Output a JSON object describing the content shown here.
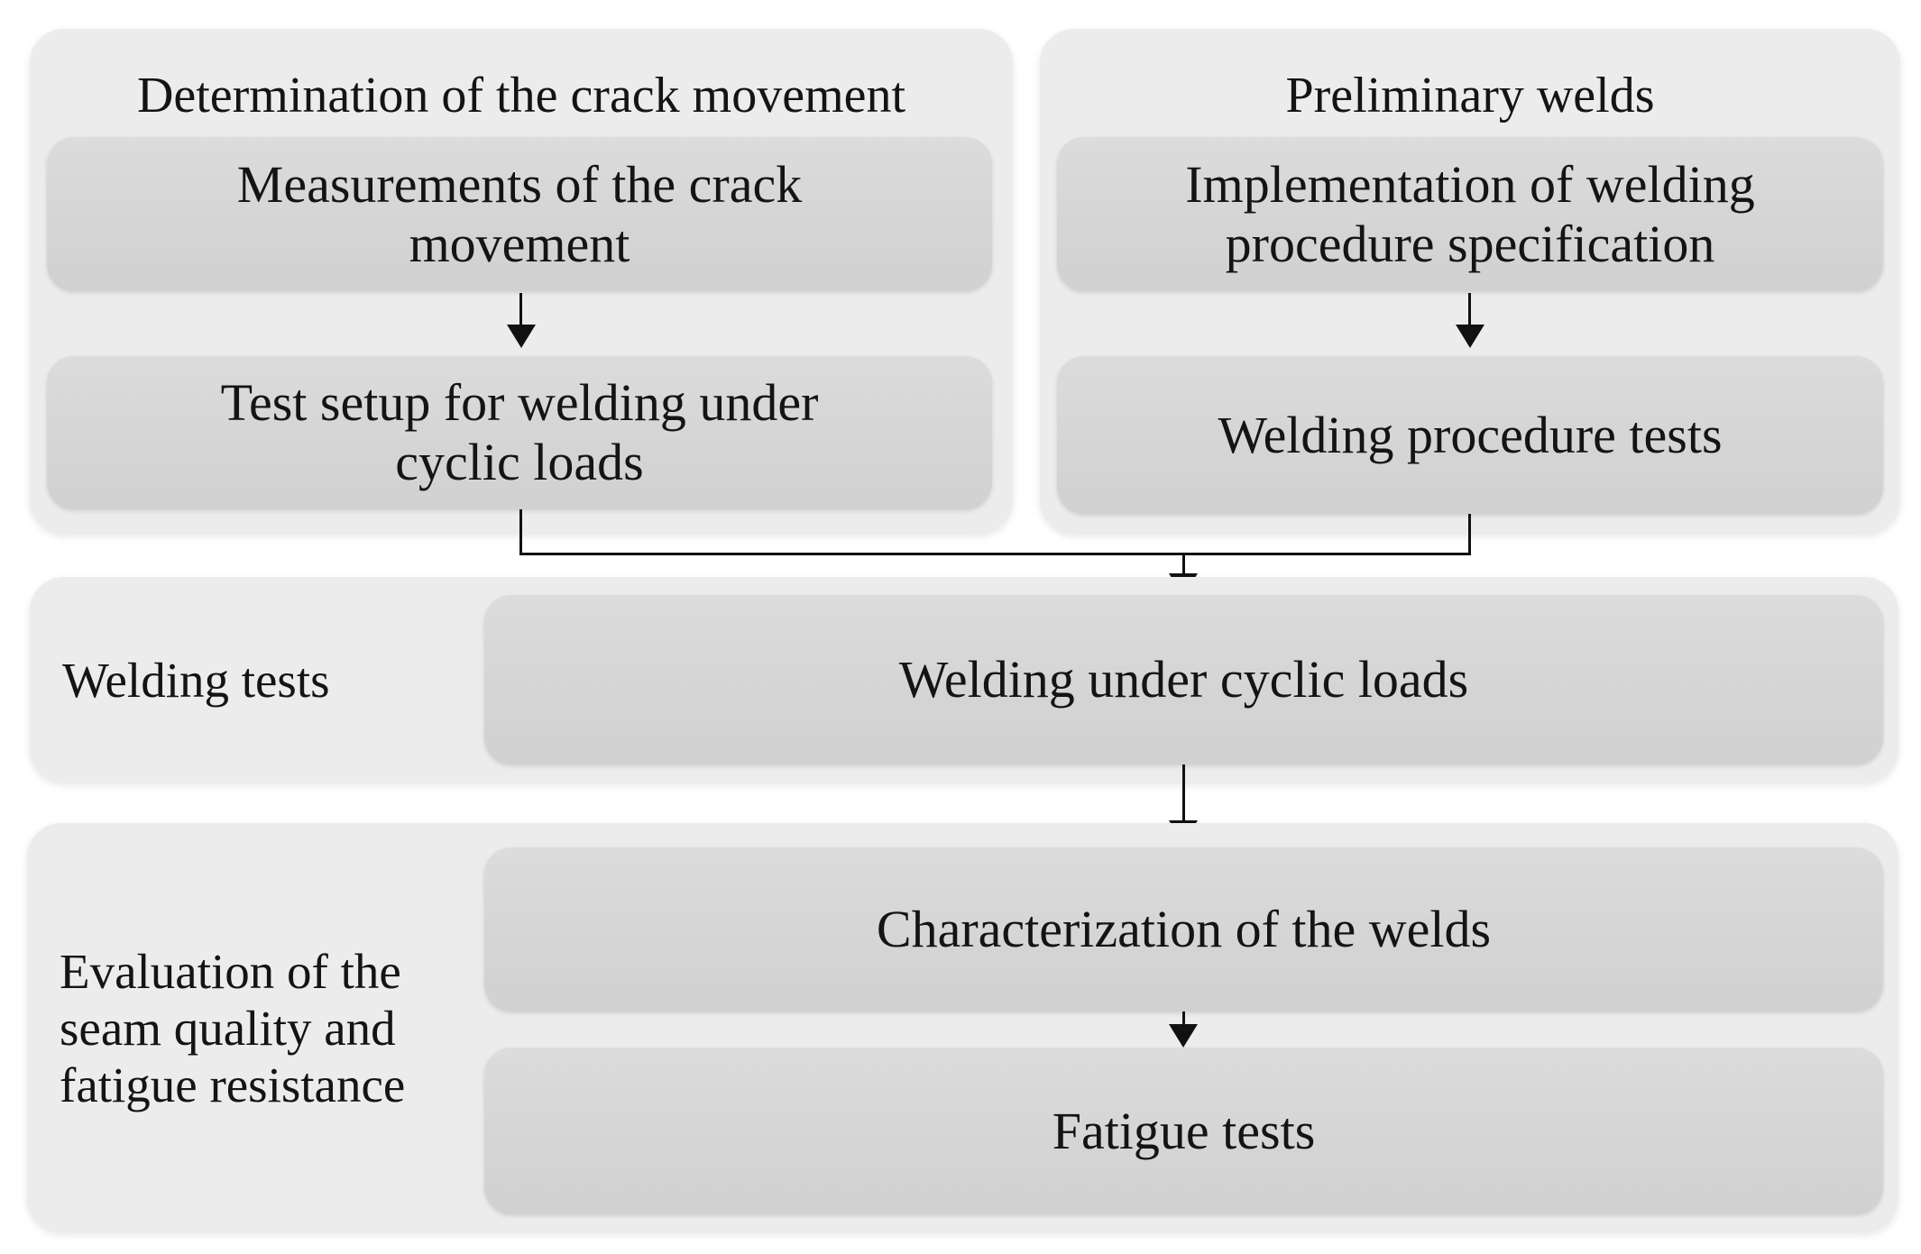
{
  "colors": {
    "background": "#ffffff",
    "group_fill": "#ececec",
    "box_fill": "#d6d6d6",
    "text": "#141414",
    "line": "#111111"
  },
  "groups": {
    "crack": {
      "title": "Determination of the crack movement"
    },
    "preliminary": {
      "title": "Preliminary welds"
    },
    "welding_tests": {
      "label": "Welding tests"
    },
    "evaluation": {
      "label": "Evaluation of the\nseam quality and\nfatigue resistance"
    }
  },
  "boxes": {
    "measurements": "Measurements of the crack\nmovement",
    "test_setup": "Test setup for welding under\ncyclic loads",
    "implementation": "Implementation of welding\nprocedure specification",
    "procedure_tests": "Welding procedure tests",
    "welding_cyclic": "Welding under cyclic loads",
    "characterization": "Characterization of the welds",
    "fatigue": "Fatigue tests"
  }
}
